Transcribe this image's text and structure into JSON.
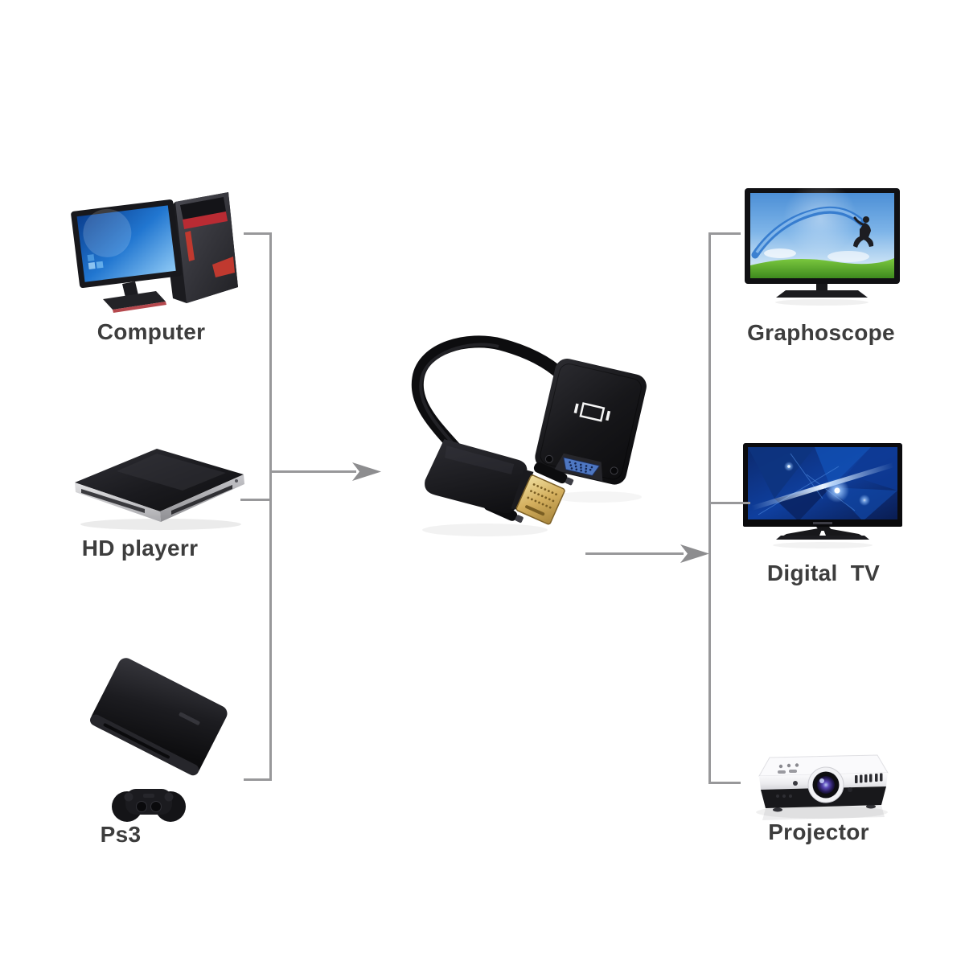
{
  "diagram": {
    "sources": [
      {
        "label": "Computer"
      },
      {
        "label": "HD playerr"
      },
      {
        "label": "Ps3"
      }
    ],
    "outputs": [
      {
        "label": "Graphoscope"
      },
      {
        "label": "Digital  TV"
      },
      {
        "label": "Projector"
      }
    ],
    "adapter": {
      "kind": "dvi-male-to-vga-female-adapter-cable"
    },
    "colors": {
      "background": "#ffffff",
      "connector_line": "#98989a",
      "arrow": "#8d8d8f",
      "label_text": "#3d3d3d",
      "vga_port_blue": "#4e77c2",
      "dvi_gold": "#d4af5e",
      "adapter_body_black": "#141417"
    }
  }
}
